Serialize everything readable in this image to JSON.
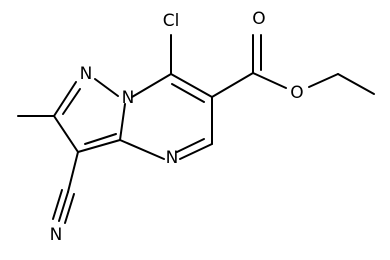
{
  "atoms": {
    "cl": "Cl",
    "n_pyrazole": "N",
    "n_bridge": "N",
    "n_pyrimidine": "N",
    "n_nitrile": "N",
    "o_carbonyl": "O",
    "o_ester": "O"
  },
  "colors": {
    "bond": "#000000",
    "label": "#000000",
    "background": "#ffffff"
  }
}
